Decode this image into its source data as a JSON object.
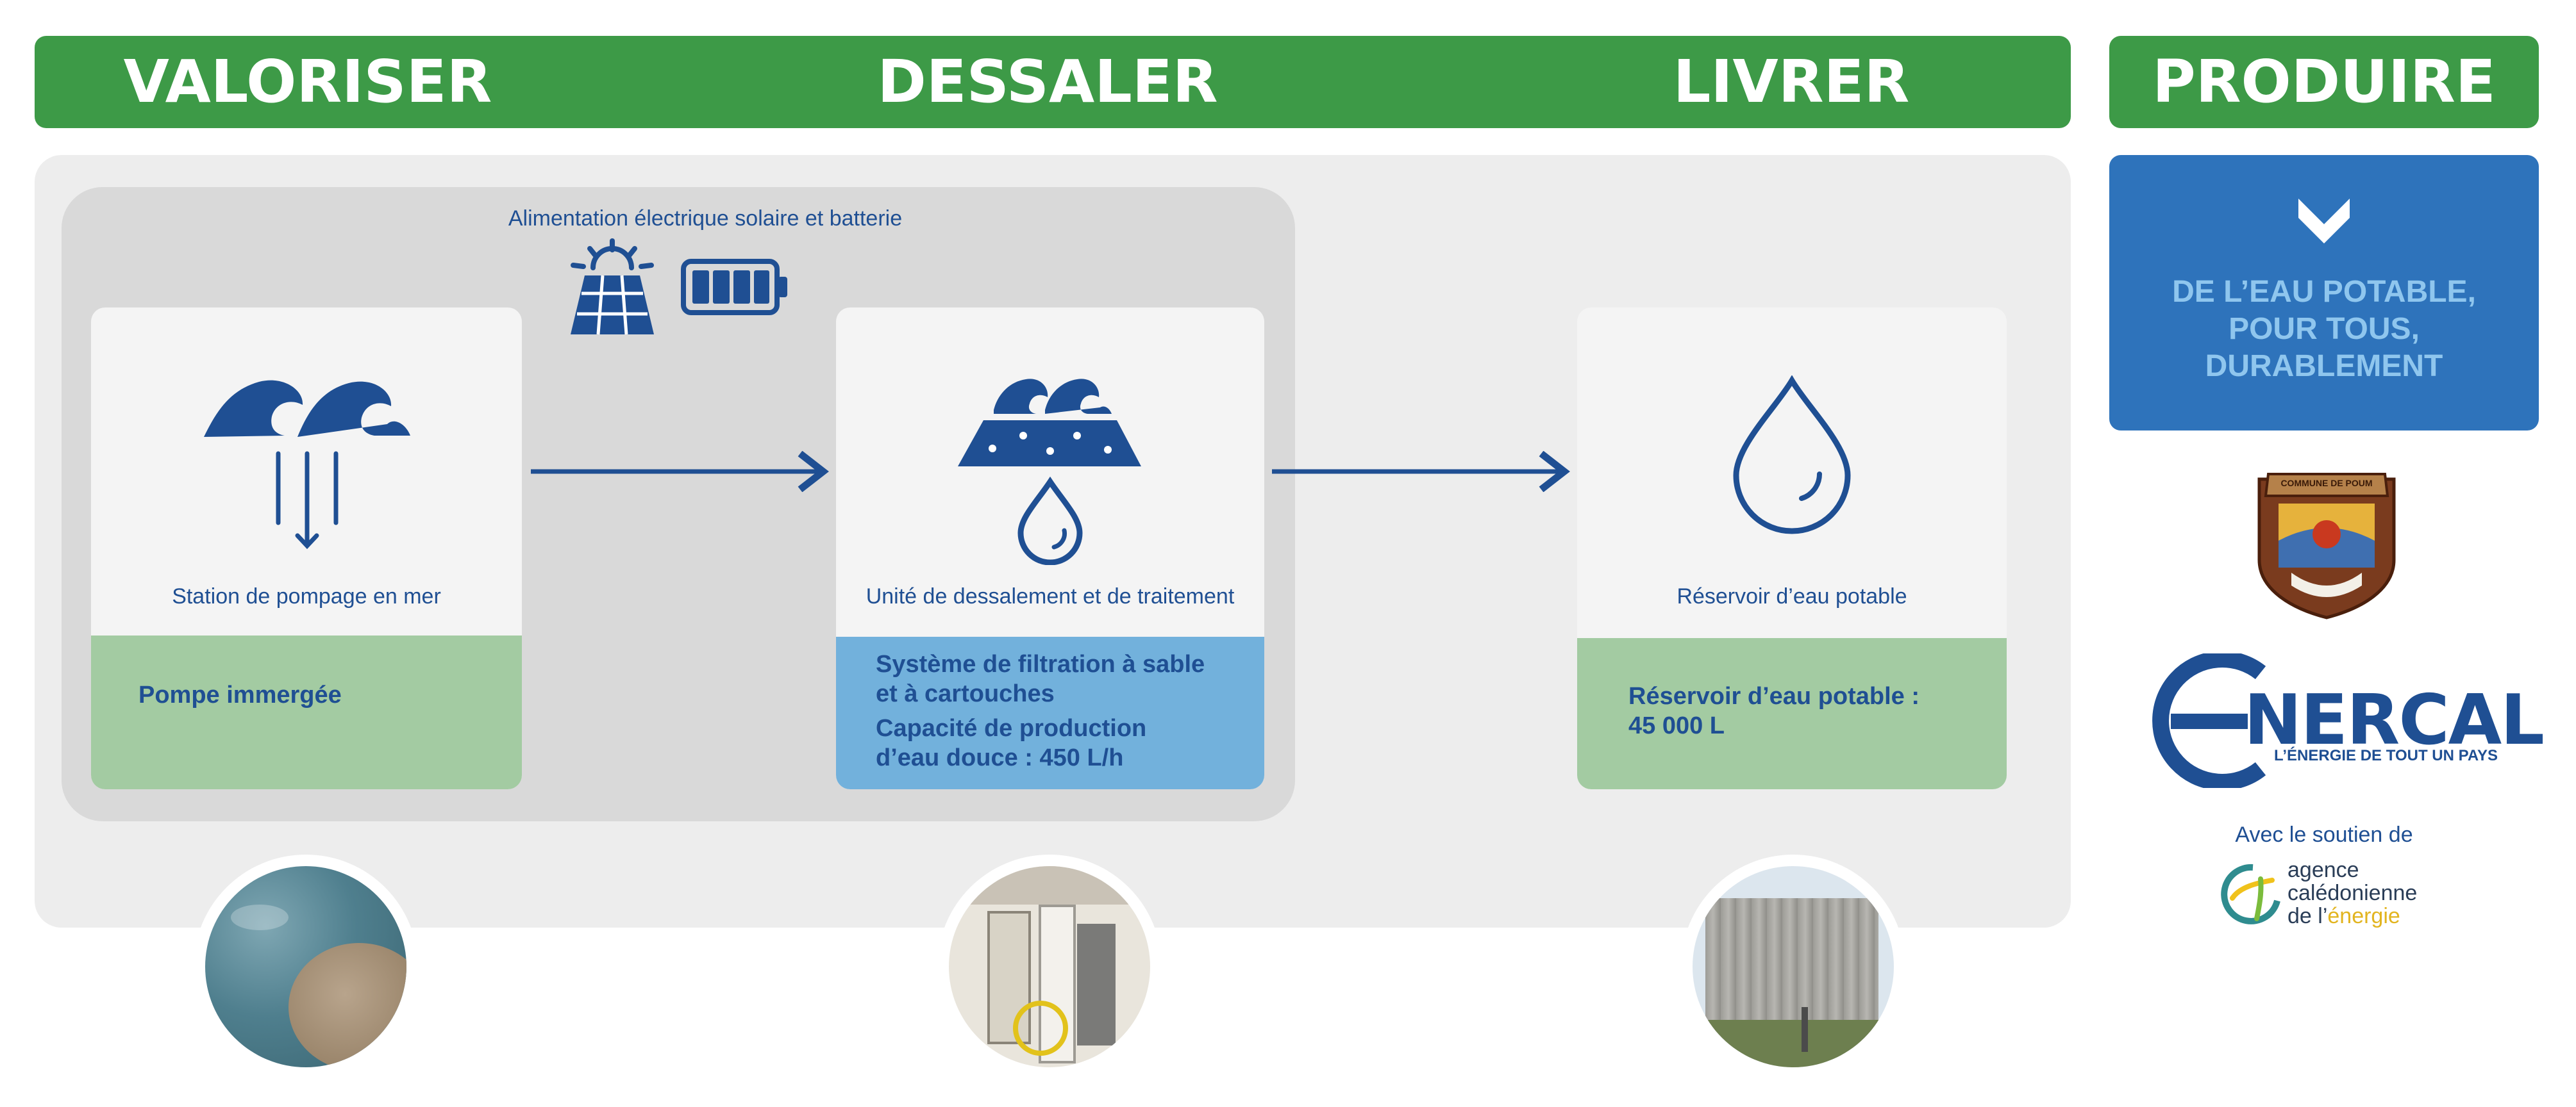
{
  "headers": {
    "valoriser": "VALORISER",
    "dessaler": "DESSALER",
    "livrer": "LIVRER",
    "produire": "PRODUIRE"
  },
  "power": {
    "label": "Alimentation électrique solaire et batterie"
  },
  "steps": [
    {
      "label": "Station de pompage en mer",
      "detail": [
        "Pompe immergée"
      ]
    },
    {
      "label": "Unité de dessalement et de traitement",
      "detail": [
        "Système de filtration à sable",
        "et à cartouches",
        "Capacité de production",
        "d’eau douce : 450 L/h"
      ]
    },
    {
      "label": "Réservoir d’eau potable",
      "detail": [
        "Réservoir d’eau potable :",
        "45 000 L"
      ]
    }
  ],
  "produire": {
    "lines": [
      "DE L’EAU POTABLE,",
      "POUR TOUS,",
      "DURABLEMENT"
    ]
  },
  "crest": {
    "text": "COMMUNE DE POUM"
  },
  "enercal": {
    "name": "NERCAL",
    "tagline": "L’ÉNERGIE DE TOUT UN PAYS"
  },
  "support": {
    "label": "Avec le soutien de",
    "agency_lines": [
      "agence",
      "calédonienne",
      "de l’",
      "énergie"
    ]
  },
  "colors": {
    "green": "#3d9a47",
    "blue": "#2e73bb",
    "dark_blue": "#1f4f93",
    "light_blue": "#72b1dc",
    "light_green": "#a3cba2"
  }
}
